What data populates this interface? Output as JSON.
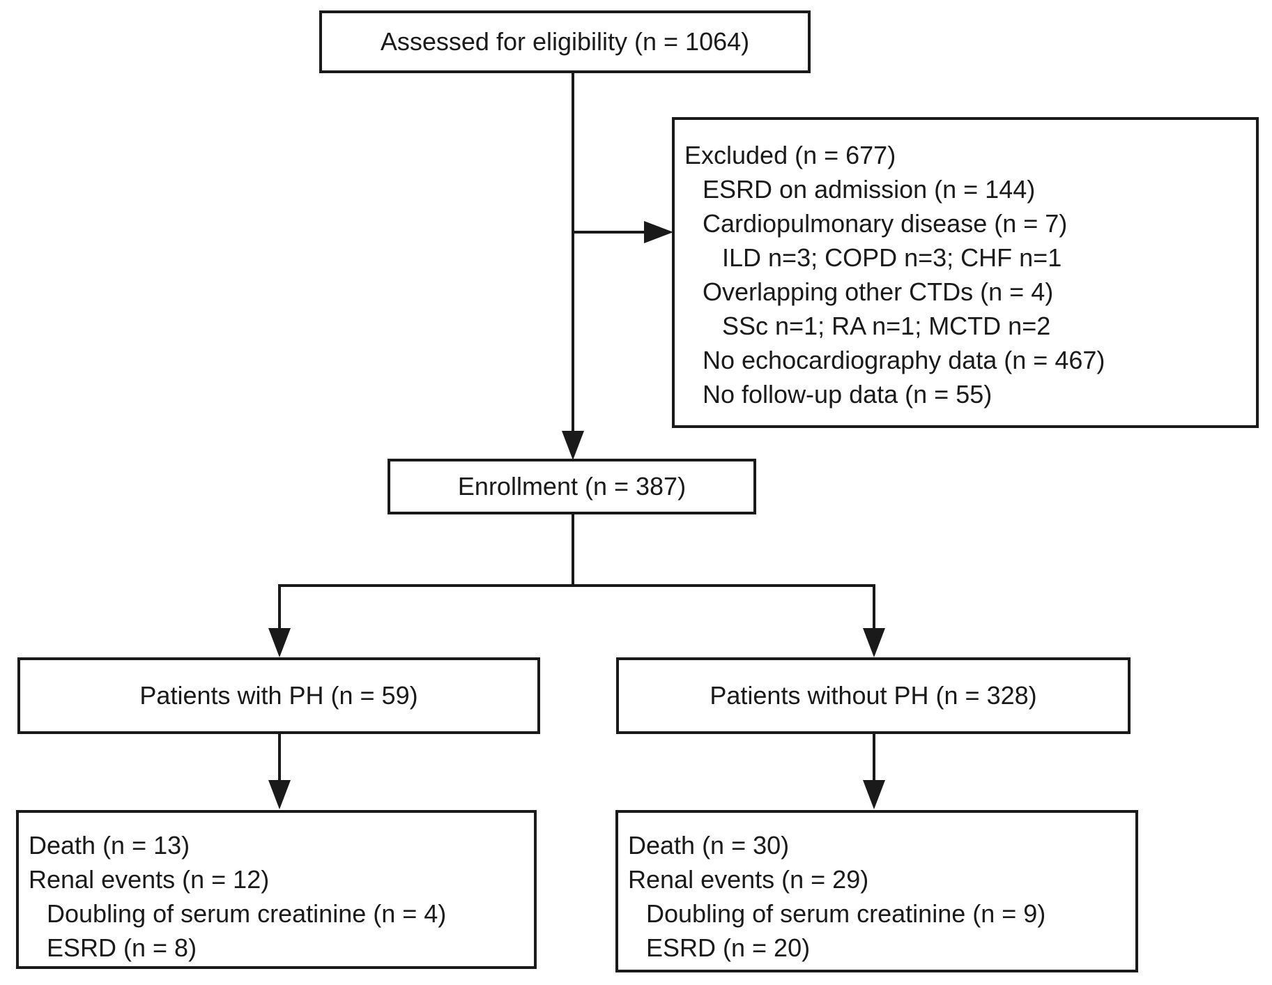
{
  "diagram": {
    "assessed_box": {
      "label": "Assessed for eligibility (n = 1064)"
    },
    "excluded_box": {
      "lines": [
        {
          "text": "Excluded (n = 677)",
          "indent": 0
        },
        {
          "text": "ESRD on admission (n = 144)",
          "indent": 1
        },
        {
          "text": "Cardiopulmonary disease (n = 7)",
          "indent": 1
        },
        {
          "text": "ILD n=3; COPD n=3; CHF n=1",
          "indent": 2
        },
        {
          "text": "Overlapping other CTDs (n = 4)",
          "indent": 1
        },
        {
          "text": "SSc n=1; RA n=1; MCTD n=2",
          "indent": 2
        },
        {
          "text": "No echocardiography data (n = 467)",
          "indent": 1
        },
        {
          "text": "No follow-up data (n = 55)",
          "indent": 1
        }
      ]
    },
    "enrollment_box": {
      "label": "Enrollment (n = 387)"
    },
    "ph_box": {
      "label": "Patients with PH (n = 59)"
    },
    "no_ph_box": {
      "label": "Patients without PH (n = 328)"
    },
    "ph_outcomes_box": {
      "lines": [
        {
          "text": "Death (n = 13)",
          "indent": 0
        },
        {
          "text": "Renal events (n = 12)",
          "indent": 0
        },
        {
          "text": "Doubling of serum creatinine (n = 4)",
          "indent": 1
        },
        {
          "text": "ESRD (n = 8)",
          "indent": 1
        }
      ]
    },
    "no_ph_outcomes_box": {
      "lines": [
        {
          "text": "Death (n = 30)",
          "indent": 0
        },
        {
          "text": "Renal events (n = 29)",
          "indent": 0
        },
        {
          "text": "Doubling of serum creatinine (n = 9)",
          "indent": 1
        },
        {
          "text": "ESRD (n = 20)",
          "indent": 1
        }
      ]
    }
  },
  "colors": {
    "border": "#1a1a1a",
    "line": "#1a1a1a",
    "text": "#1a1a1a",
    "background": "#ffffff"
  }
}
